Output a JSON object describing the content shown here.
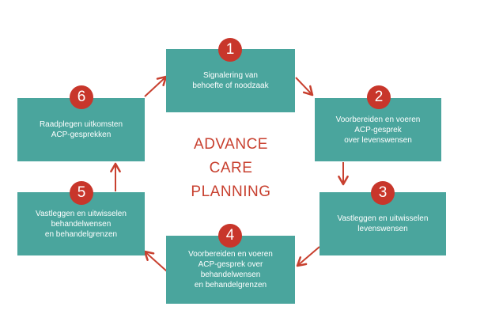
{
  "title": {
    "lines": [
      "ADVANCE",
      "CARE",
      "PLANNING"
    ]
  },
  "colors": {
    "box": "#4aa59d",
    "badge": "#c8362b",
    "arrow": "#c8402f",
    "title": "#c8402f"
  },
  "steps": [
    {
      "number": "1",
      "text": "Signalering van\nbehoefte of noodzaak"
    },
    {
      "number": "2",
      "text": "Voorbereiden en voeren\nACP-gesprek\nover levenswensen"
    },
    {
      "number": "3",
      "text": "Vastleggen en uitwisselen\nlevenswensen"
    },
    {
      "number": "4",
      "text": "Voorbereiden en voeren\nACP-gesprek over\nbehandelwensen\nen behandelgrenzen"
    },
    {
      "number": "5",
      "text": "Vastleggen en uitwisselen\nbehandelwensen\nen behandelgrenzen"
    },
    {
      "number": "6",
      "text": "Raadplegen uitkomsten\nACP-gesprekken"
    }
  ]
}
